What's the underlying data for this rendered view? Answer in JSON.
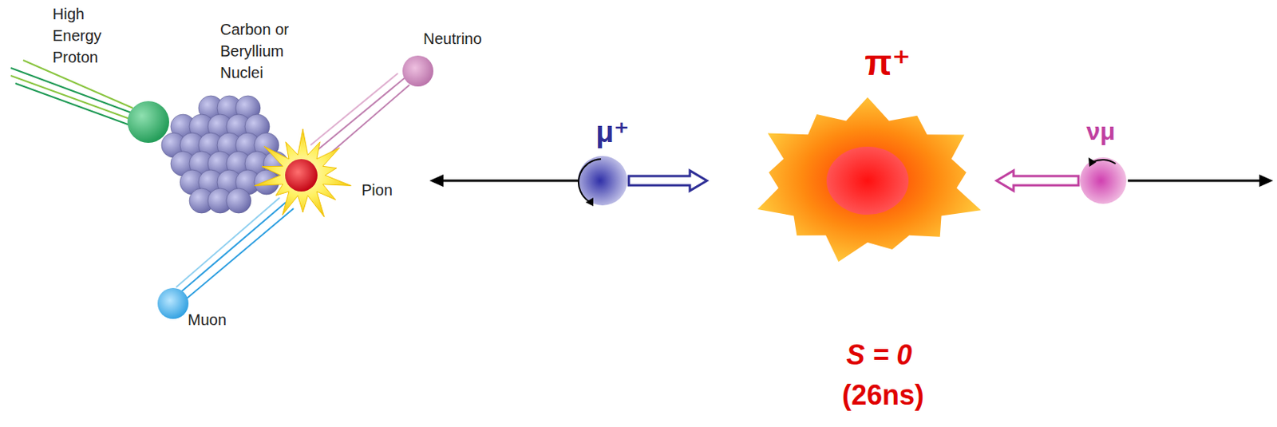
{
  "diagram": {
    "nodes": [
      {
        "text": [
          "μ⁺"
        ]
      },
      {
        "text": [
          "π⁺"
        ]
      },
      {
        "text": [
          "νμ"
        ]
      }
    ],
    "edges": [
      {
        "from": 0,
        "to": 1,
        "arrow": "to"
      },
      {
        "from": 2,
        "to": 1,
        "arrow": "to"
      }
    ],
    "labels": [
      "High Energy Proton",
      "Carbon or Beryllium Nuclei",
      "Neutrino",
      "Pion",
      "Muon",
      "S = 0",
      "(26ns)"
    ]
  }
}
